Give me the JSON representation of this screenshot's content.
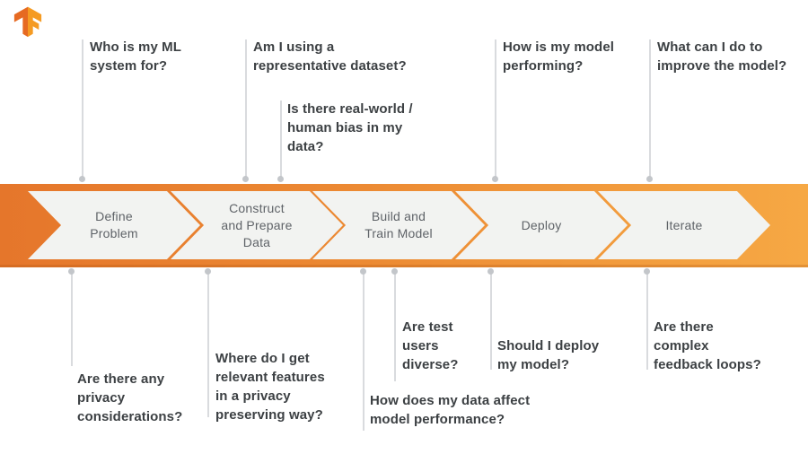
{
  "brand": {
    "logo": "tensorflow-logo"
  },
  "colors": {
    "banner_gradient_left": "#E5762B",
    "banner_gradient_right": "#F6A844",
    "chevron_fill": "#F2F3F1",
    "chevron_text": "#5F6368",
    "question_text": "#3C4043",
    "connector_line": "#D9DBDE",
    "connector_dot": "#C3C6CA",
    "logo_orange_dark": "#E66A22",
    "logo_orange_light": "#F59B23"
  },
  "pipeline": {
    "stages": [
      {
        "label": "Define\nProblem"
      },
      {
        "label": "Construct\nand Prepare\nData"
      },
      {
        "label": "Build and\nTrain Model"
      },
      {
        "label": "Deploy"
      },
      {
        "label": "Iterate"
      }
    ]
  },
  "top_questions": [
    {
      "text": "Who is my ML\nsystem for?"
    },
    {
      "text": "Am I using a\nrepresentative dataset?"
    },
    {
      "text": "Is there real-world /\nhuman bias in my\ndata?"
    },
    {
      "text": "How is my model\nperforming?"
    },
    {
      "text": "What can I do to\nimprove the model?"
    }
  ],
  "bottom_questions": [
    {
      "text": "Are there any\nprivacy\nconsiderations?"
    },
    {
      "text": "Where do I get\nrelevant features\nin a privacy\npreserving way?"
    },
    {
      "text": "Are test\nusers\ndiverse?"
    },
    {
      "text": "How does my data affect\nmodel performance?"
    },
    {
      "text": "Should I deploy\nmy model?"
    },
    {
      "text": "Are there\ncomplex\nfeedback loops?"
    }
  ]
}
